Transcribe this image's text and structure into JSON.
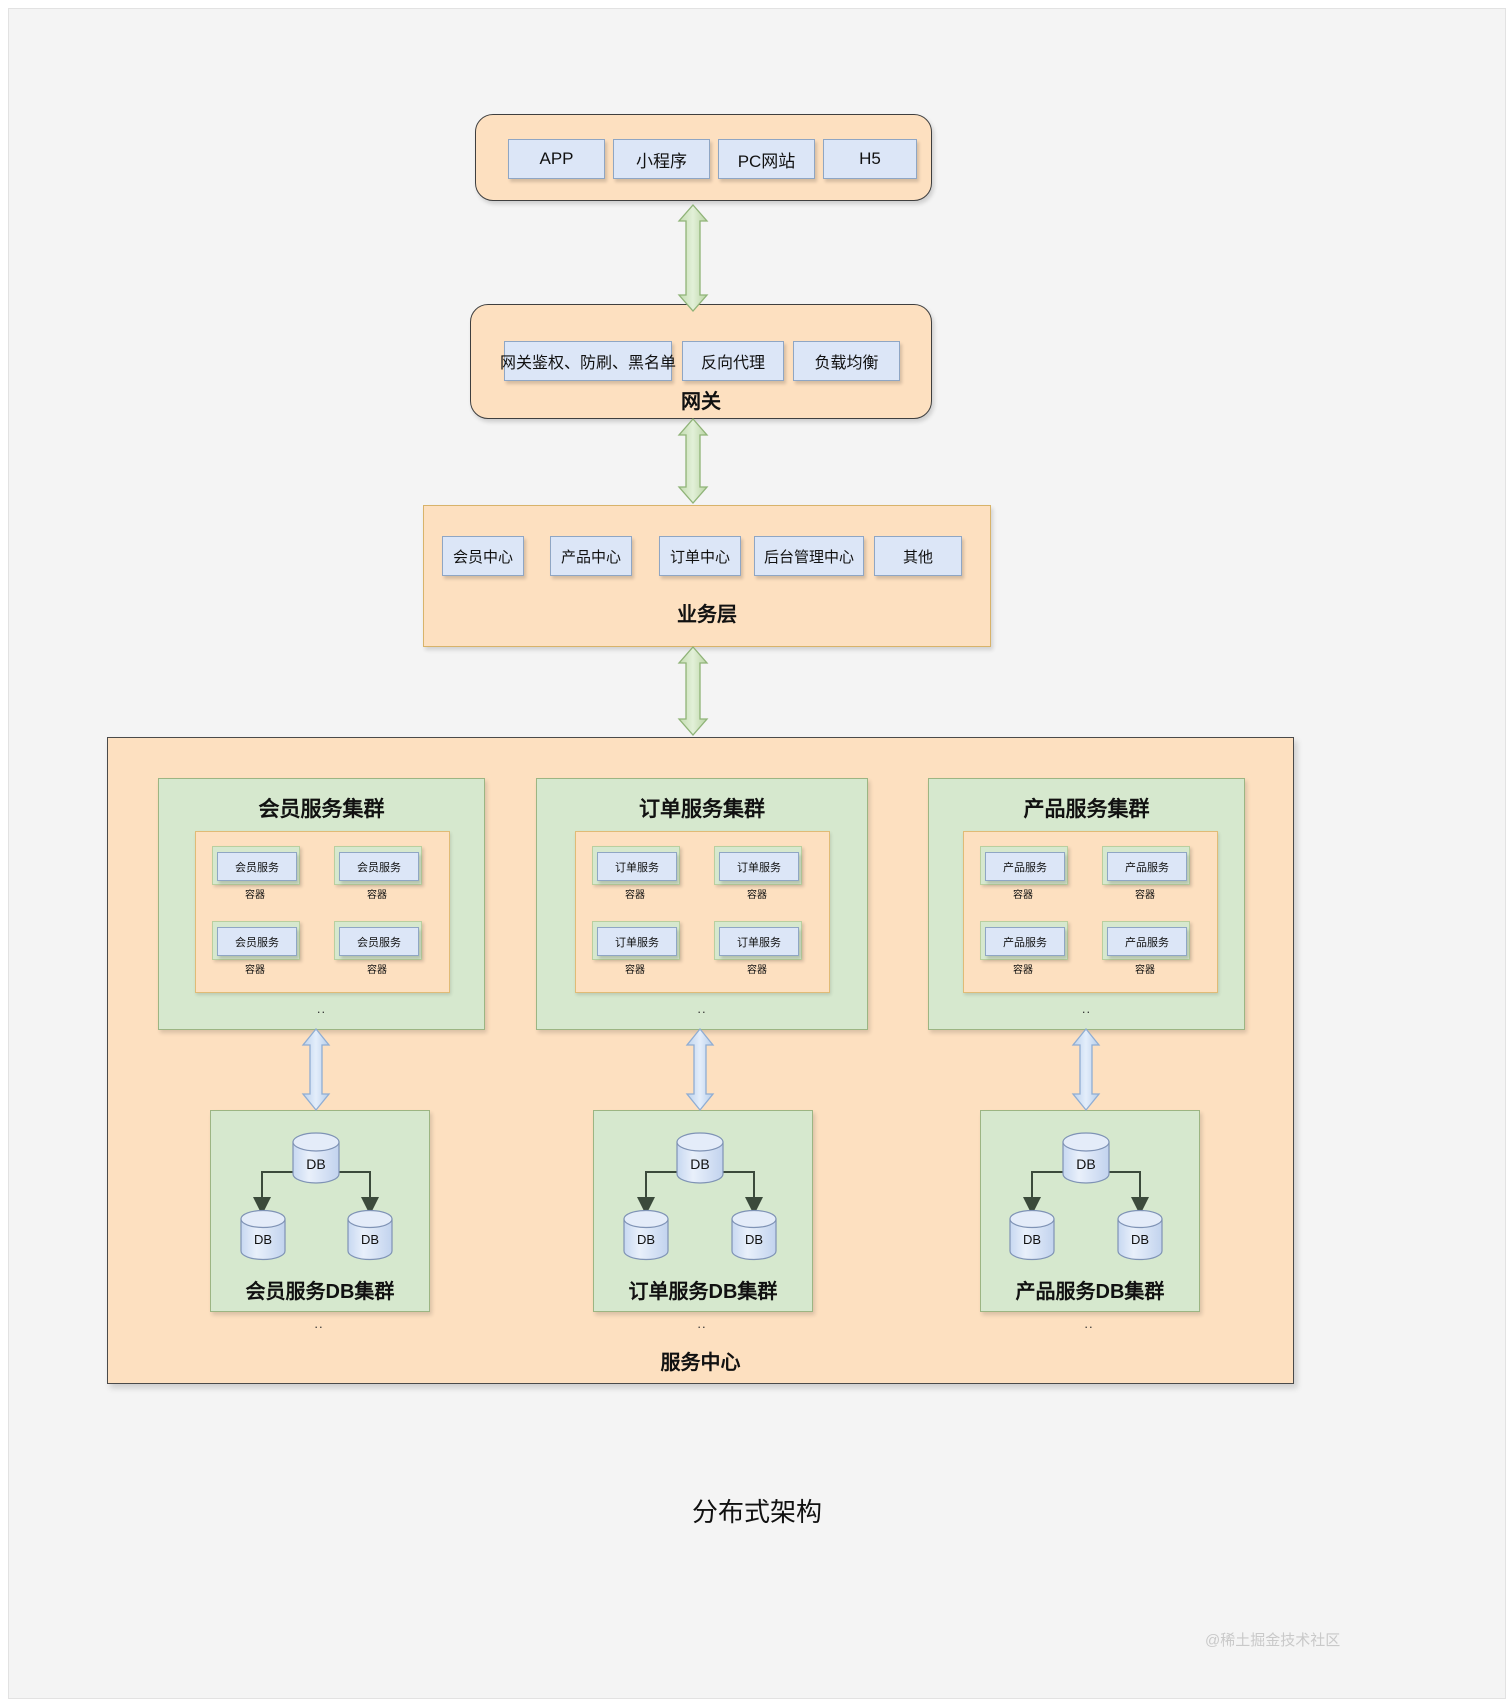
{
  "diagram": {
    "caption": "分布式架构",
    "watermark": "@稀土掘金技术社区",
    "colors": {
      "orange_fill": "#fde0c0",
      "green_fill": "#d6e8ce",
      "blue_fill": "#dce6f7",
      "green_arrow": "#cfe3bf",
      "blue_arrow": "#cfdff2"
    }
  },
  "client_layer": {
    "items": [
      {
        "label": "APP"
      },
      {
        "label": "小程序"
      },
      {
        "label": "PC网站"
      },
      {
        "label": "H5"
      }
    ]
  },
  "gateway_layer": {
    "title": "网关",
    "items": [
      {
        "label": "网关鉴权、防刷、黑名单"
      },
      {
        "label": "反向代理"
      },
      {
        "label": "负载均衡"
      }
    ]
  },
  "business_layer": {
    "title": "业务层",
    "items": [
      {
        "label": "会员中心"
      },
      {
        "label": "产品中心"
      },
      {
        "label": "订单中心"
      },
      {
        "label": "后台管理中心"
      },
      {
        "label": "其他"
      }
    ]
  },
  "service_center": {
    "title": "服务中心",
    "clusters": [
      {
        "title": "会员服务集群",
        "service_label": "会员服务",
        "container_label": "容器",
        "instances": 4,
        "dots": "..",
        "db": {
          "title": "会员服务DB集群",
          "primary": "DB",
          "replicas": [
            "DB",
            "DB"
          ],
          "dots": ".."
        }
      },
      {
        "title": "订单服务集群",
        "service_label": "订单服务",
        "container_label": "容器",
        "instances": 4,
        "dots": "..",
        "db": {
          "title": "订单服务DB集群",
          "primary": "DB",
          "replicas": [
            "DB",
            "DB"
          ],
          "dots": ".."
        }
      },
      {
        "title": "产品服务集群",
        "service_label": "产品服务",
        "container_label": "容器",
        "instances": 4,
        "dots": "..",
        "db": {
          "title": "产品服务DB集群",
          "primary": "DB",
          "replicas": [
            "DB",
            "DB"
          ],
          "dots": ".."
        }
      }
    ]
  }
}
